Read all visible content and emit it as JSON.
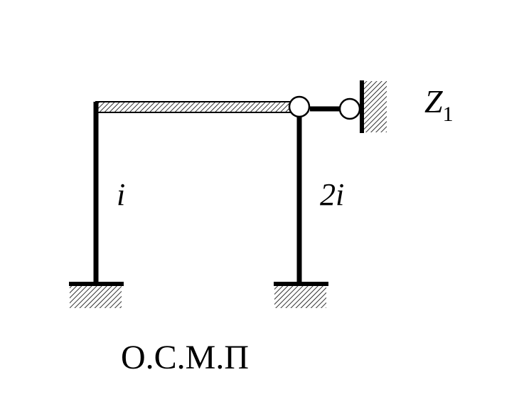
{
  "diagram": {
    "left_column_stiffness": "i",
    "right_column_stiffness": "2i",
    "unknown_symbol": "Z",
    "unknown_index": "1",
    "caption": "О.С.М.П"
  },
  "colors": {
    "ink": "#000000",
    "background": "#ffffff"
  }
}
